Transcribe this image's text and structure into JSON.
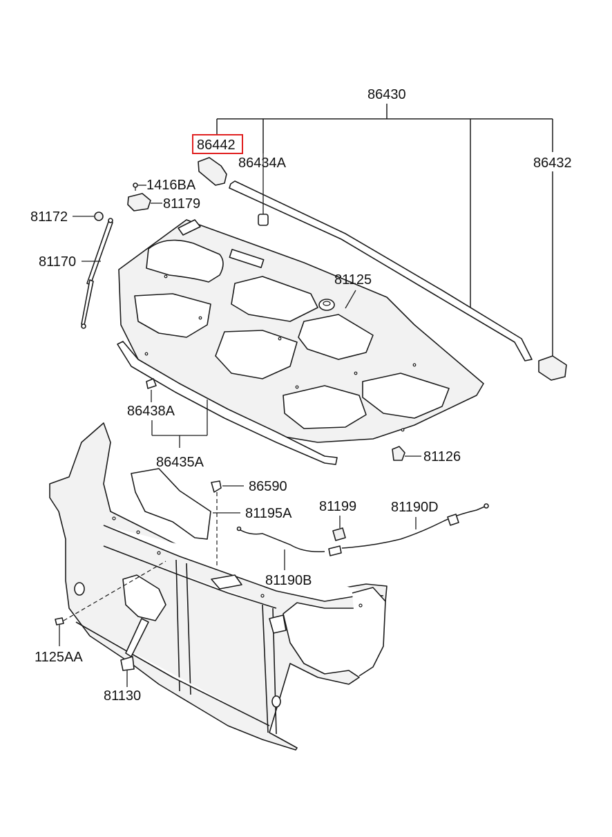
{
  "labels": {
    "p86430": "86430",
    "p86442": "86442",
    "p86434A": "86434A",
    "p86432": "86432",
    "p1416BA": "1416BA",
    "p81179": "81179",
    "p81172": "81172",
    "p81170": "81170",
    "p81125": "81125",
    "p86438A": "86438A",
    "p86435A": "86435A",
    "p81126": "81126",
    "p86590": "86590",
    "p81195A": "81195A",
    "p81199": "81199",
    "p81190D": "81190D",
    "p81190B": "81190B",
    "p1125AA": "1125AA",
    "p81130": "81130"
  },
  "highlight": {
    "part": "86442",
    "color": "#e02020"
  }
}
